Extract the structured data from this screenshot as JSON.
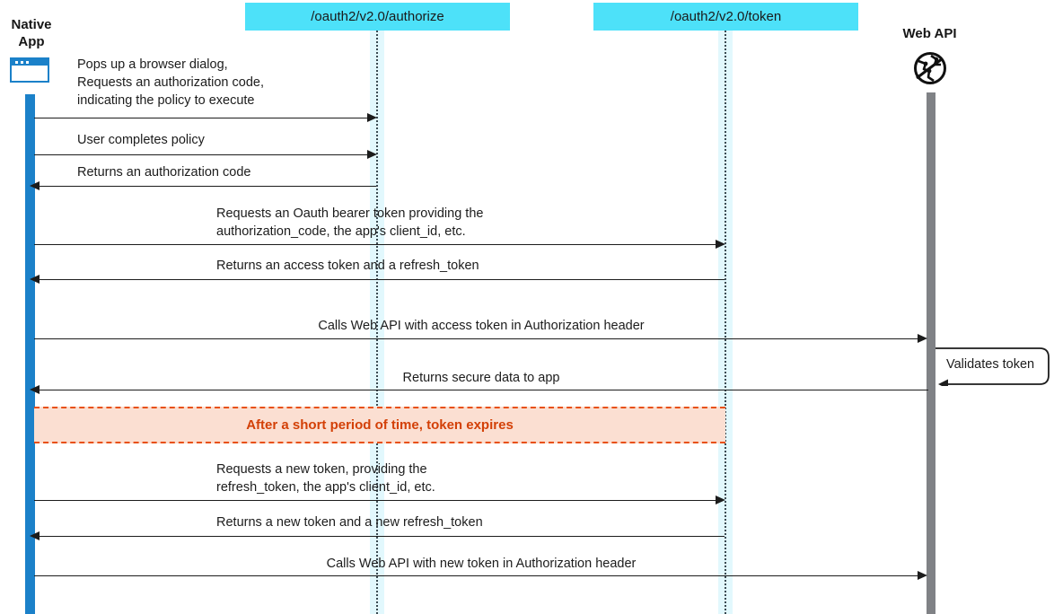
{
  "diagram": {
    "title": "Native App OAuth2 authorization code flow with refresh token",
    "type": "sequence-diagram",
    "colors": {
      "participant_box": "#4DE1F9",
      "native_app_lifeline": "#1B81C9",
      "web_api_lifeline": "#808286",
      "activation_band": "#E2F8FD",
      "note_background": "#FBDFD2",
      "note_border": "#E8500F",
      "note_text": "#D34007",
      "message_line": "#1C1C1C"
    }
  },
  "participants": [
    {
      "id": "native-app",
      "label": "Native\nApp",
      "style": "plain-bold",
      "icon": "app-window-icon"
    },
    {
      "id": "authorize",
      "label": "/oauth2/v2.0/authorize",
      "style": "cyan-box"
    },
    {
      "id": "token",
      "label": "/oauth2/v2.0/token",
      "style": "cyan-box"
    },
    {
      "id": "web-api",
      "label": "Web API",
      "style": "plain-bold",
      "icon": "globe-network-icon"
    }
  ],
  "messages": [
    {
      "index": 1,
      "from": "native-app",
      "to": "authorize",
      "direction": "right",
      "label": "Pops up a browser dialog,\nRequests an authorization code,\nindicating the policy to execute",
      "align": "left"
    },
    {
      "index": 2,
      "from": "native-app",
      "to": "authorize",
      "direction": "right",
      "label": "User completes policy",
      "align": "left"
    },
    {
      "index": 3,
      "from": "authorize",
      "to": "native-app",
      "direction": "left",
      "label": "Returns an authorization code",
      "align": "left"
    },
    {
      "index": 4,
      "from": "native-app",
      "to": "token",
      "direction": "right",
      "label": "Requests an Oauth bearer token providing the\nauthorization_code, the app's client_id, etc.",
      "align": "left"
    },
    {
      "index": 5,
      "from": "token",
      "to": "native-app",
      "direction": "left",
      "label": "Returns an access token and a refresh_token",
      "align": "left"
    },
    {
      "index": 6,
      "from": "native-app",
      "to": "web-api",
      "direction": "right",
      "label": "Calls Web API with access token in Authorization header",
      "align": "center"
    },
    {
      "index": 7,
      "from": "web-api",
      "to": "web-api",
      "direction": "self",
      "label": "Validates token",
      "align": "left"
    },
    {
      "index": 8,
      "from": "web-api",
      "to": "native-app",
      "direction": "left",
      "label": "Returns secure data to app",
      "align": "center"
    },
    {
      "index": 9,
      "from": "native-app",
      "to": "token",
      "direction": "right",
      "label": "Requests a new token, providing the\nrefresh_token, the app's client_id, etc.",
      "align": "left"
    },
    {
      "index": 10,
      "from": "token",
      "to": "native-app",
      "direction": "left",
      "label": "Returns a new token and a new refresh_token",
      "align": "left"
    },
    {
      "index": 11,
      "from": "native-app",
      "to": "web-api",
      "direction": "right",
      "label": "Calls Web API with new token in Authorization header",
      "align": "center"
    }
  ],
  "note": {
    "text": "After a short period of time, token expires"
  }
}
